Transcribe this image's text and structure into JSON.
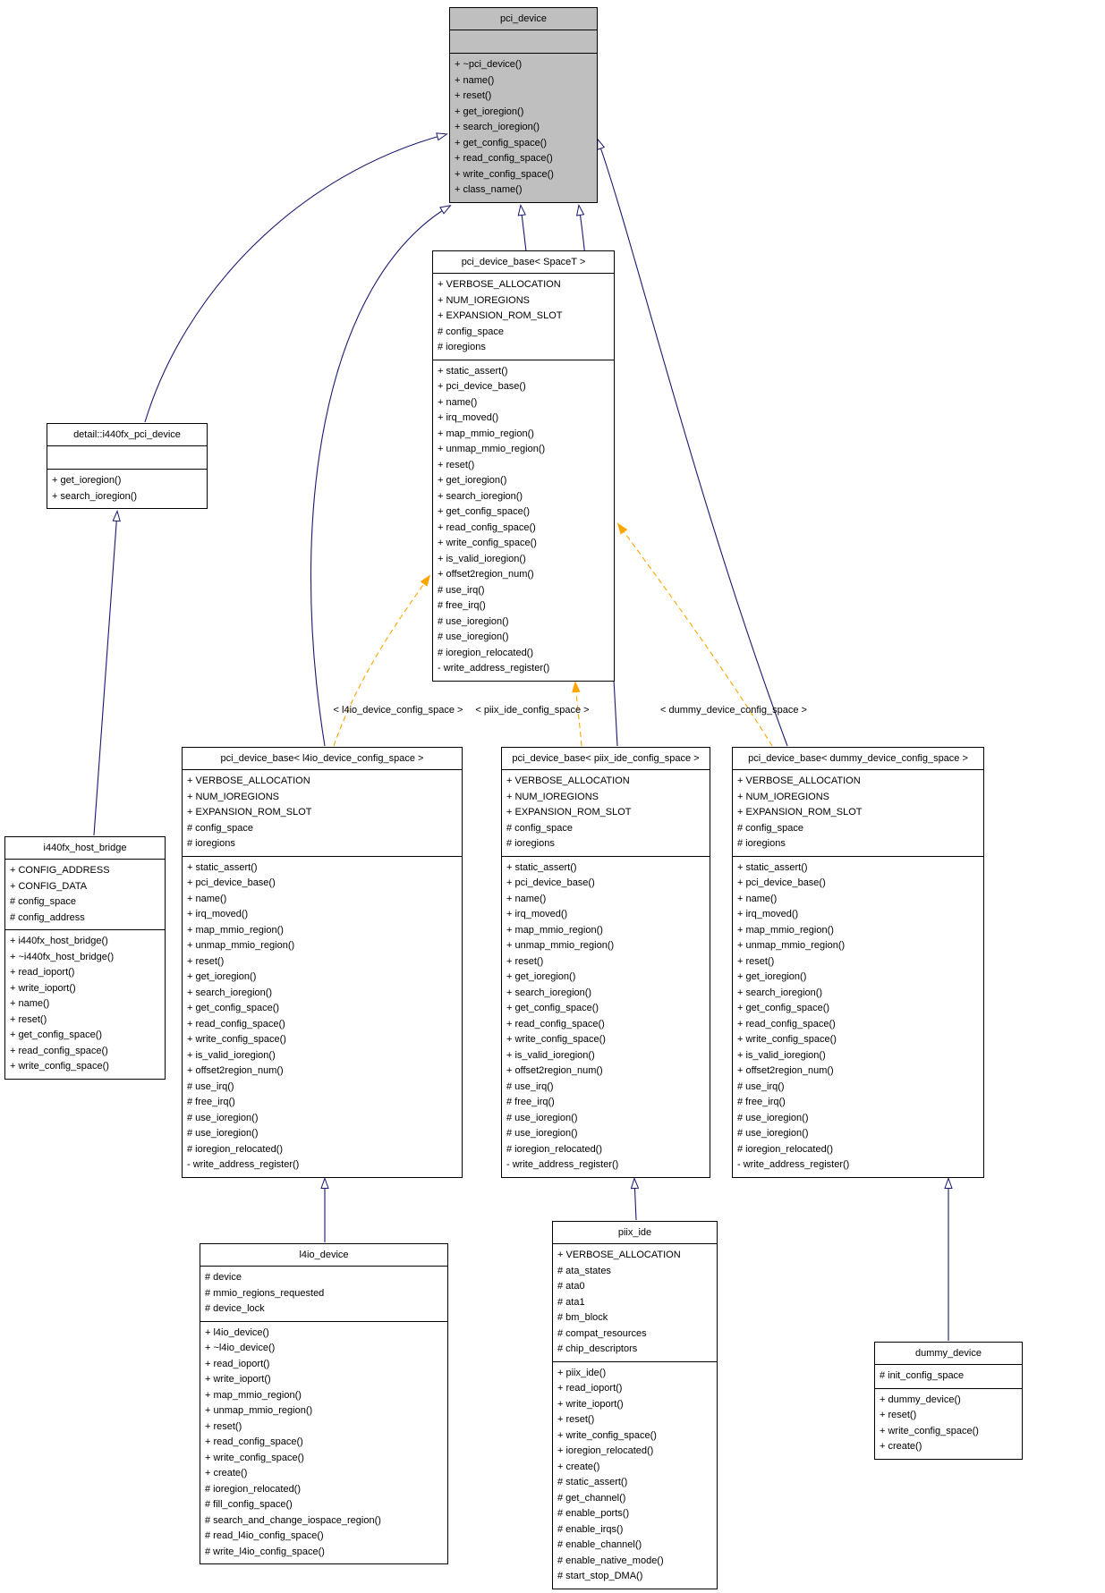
{
  "diagram": {
    "type": "uml-class-inheritance-graph",
    "root_class": "pci_device",
    "background": "#ffffff"
  },
  "colors": {
    "inheritance_edge": "#191970",
    "template_edge": "#ffa500",
    "highlight_fill": "#bfbfbf",
    "box_fill": "#ffffff",
    "box_border": "#000000",
    "text": "#000000"
  },
  "classes": [
    {
      "id": "pci_device",
      "title": "pci_device",
      "highlight": true,
      "attributes": [],
      "methods": [
        "+ ~pci_device()",
        "+ name()",
        "+ reset()",
        "+ get_ioregion()",
        "+ search_ioregion()",
        "+ get_config_space()",
        "+ read_config_space()",
        "+ write_config_space()",
        "+ class_name()"
      ]
    },
    {
      "id": "pci_device_base_spacet",
      "title": "pci_device_base< SpaceT >",
      "highlight": false,
      "attributes": [
        "+ VERBOSE_ALLOCATION",
        "+ NUM_IOREGIONS",
        "+ EXPANSION_ROM_SLOT",
        "# config_space",
        "# ioregions"
      ],
      "methods": [
        "+ static_assert()",
        "+ pci_device_base()",
        "+ name()",
        "+ irq_moved()",
        "+ map_mmio_region()",
        "+ unmap_mmio_region()",
        "+ reset()",
        "+ get_ioregion()",
        "+ search_ioregion()",
        "+ get_config_space()",
        "+ read_config_space()",
        "+ write_config_space()",
        "+ is_valid_ioregion()",
        "+ offset2region_num()",
        "# use_irq()",
        "# free_irq()",
        "# use_ioregion()",
        "# use_ioregion()",
        "# ioregion_relocated()",
        "- write_address_register()"
      ]
    },
    {
      "id": "detail_i440fx_pci_device",
      "title": "detail::i440fx_pci_device",
      "highlight": false,
      "attributes": [],
      "methods": [
        "+ get_ioregion()",
        "+ search_ioregion()"
      ]
    },
    {
      "id": "i440fx_host_bridge",
      "title": "i440fx_host_bridge",
      "highlight": false,
      "attributes": [
        "+ CONFIG_ADDRESS",
        "+ CONFIG_DATA",
        "# config_space",
        "# config_address"
      ],
      "methods": [
        "+ i440fx_host_bridge()",
        "+ ~i440fx_host_bridge()",
        "+ read_ioport()",
        "+ write_ioport()",
        "+ name()",
        "+ reset()",
        "+ get_config_space()",
        "+ read_config_space()",
        "+ write_config_space()"
      ]
    },
    {
      "id": "pci_device_base_l4io",
      "title": "pci_device_base< l4io_device_config_space >",
      "highlight": false,
      "attributes": [
        "+ VERBOSE_ALLOCATION",
        "+ NUM_IOREGIONS",
        "+ EXPANSION_ROM_SLOT",
        "# config_space",
        "# ioregions"
      ],
      "methods": [
        "+ static_assert()",
        "+ pci_device_base()",
        "+ name()",
        "+ irq_moved()",
        "+ map_mmio_region()",
        "+ unmap_mmio_region()",
        "+ reset()",
        "+ get_ioregion()",
        "+ search_ioregion()",
        "+ get_config_space()",
        "+ read_config_space()",
        "+ write_config_space()",
        "+ is_valid_ioregion()",
        "+ offset2region_num()",
        "# use_irq()",
        "# free_irq()",
        "# use_ioregion()",
        "# use_ioregion()",
        "# ioregion_relocated()",
        "- write_address_register()"
      ]
    },
    {
      "id": "pci_device_base_piix",
      "title": "pci_device_base< piix_ide_config_space >",
      "highlight": false,
      "attributes": [
        "+ VERBOSE_ALLOCATION",
        "+ NUM_IOREGIONS",
        "+ EXPANSION_ROM_SLOT",
        "# config_space",
        "# ioregions"
      ],
      "methods": [
        "+ static_assert()",
        "+ pci_device_base()",
        "+ name()",
        "+ irq_moved()",
        "+ map_mmio_region()",
        "+ unmap_mmio_region()",
        "+ reset()",
        "+ get_ioregion()",
        "+ search_ioregion()",
        "+ get_config_space()",
        "+ read_config_space()",
        "+ write_config_space()",
        "+ is_valid_ioregion()",
        "+ offset2region_num()",
        "# use_irq()",
        "# free_irq()",
        "# use_ioregion()",
        "# use_ioregion()",
        "# ioregion_relocated()",
        "- write_address_register()"
      ]
    },
    {
      "id": "pci_device_base_dummy",
      "title": "pci_device_base< dummy_device_config_space >",
      "highlight": false,
      "attributes": [
        "+ VERBOSE_ALLOCATION",
        "+ NUM_IOREGIONS",
        "+ EXPANSION_ROM_SLOT",
        "# config_space",
        "# ioregions"
      ],
      "methods": [
        "+ static_assert()",
        "+ pci_device_base()",
        "+ name()",
        "+ irq_moved()",
        "+ map_mmio_region()",
        "+ unmap_mmio_region()",
        "+ reset()",
        "+ get_ioregion()",
        "+ search_ioregion()",
        "+ get_config_space()",
        "+ read_config_space()",
        "+ write_config_space()",
        "+ is_valid_ioregion()",
        "+ offset2region_num()",
        "# use_irq()",
        "# free_irq()",
        "# use_ioregion()",
        "# use_ioregion()",
        "# ioregion_relocated()",
        "- write_address_register()"
      ]
    },
    {
      "id": "l4io_device",
      "title": "l4io_device",
      "highlight": false,
      "attributes": [
        "# device",
        "# mmio_regions_requested",
        "# device_lock"
      ],
      "methods": [
        "+ l4io_device()",
        "+ ~l4io_device()",
        "+ read_ioport()",
        "+ write_ioport()",
        "+ map_mmio_region()",
        "+ unmap_mmio_region()",
        "+ reset()",
        "+ read_config_space()",
        "+ write_config_space()",
        "+ create()",
        "# ioregion_relocated()",
        "# fill_config_space()",
        "# search_and_change_iospace_region()",
        "# read_l4io_config_space()",
        "# write_l4io_config_space()"
      ]
    },
    {
      "id": "piix_ide",
      "title": "piix_ide",
      "highlight": false,
      "attributes": [
        "+ VERBOSE_ALLOCATION",
        "# ata_states",
        "# ata0",
        "# ata1",
        "# bm_block",
        "# compat_resources",
        "# chip_descriptors"
      ],
      "methods": [
        "+ piix_ide()",
        "+ read_ioport()",
        "+ write_ioport()",
        "+ reset()",
        "+ write_config_space()",
        "+ ioregion_relocated()",
        "+ create()",
        "# static_assert()",
        "# get_channel()",
        "# enable_ports()",
        "# enable_irqs()",
        "# enable_channel()",
        "# enable_native_mode()",
        "# start_stop_DMA()"
      ]
    },
    {
      "id": "dummy_device",
      "title": "dummy_device",
      "highlight": false,
      "attributes": [
        "# init_config_space"
      ],
      "methods": [
        "+ dummy_device()",
        "+ reset()",
        "+ write_config_space()",
        "+ create()"
      ]
    }
  ],
  "edges": [
    {
      "id": "spacet-to-pcidevice",
      "from": "pci_device_base_spacet",
      "to": "pci_device",
      "relation": "inheritance"
    },
    {
      "id": "detail-to-pcidevice",
      "from": "detail_i440fx_pci_device",
      "to": "pci_device",
      "relation": "inheritance"
    },
    {
      "id": "l4iobase-to-pcidevice",
      "from": "pci_device_base_l4io",
      "to": "pci_device",
      "relation": "inheritance"
    },
    {
      "id": "piixbase-to-pcidevice",
      "from": "pci_device_base_piix",
      "to": "pci_device",
      "relation": "inheritance"
    },
    {
      "id": "dummybase-to-pcidevice",
      "from": "pci_device_base_dummy",
      "to": "pci_device",
      "relation": "inheritance"
    },
    {
      "id": "hostbridge-to-detail",
      "from": "i440fx_host_bridge",
      "to": "detail_i440fx_pci_device",
      "relation": "inheritance"
    },
    {
      "id": "l4iodevice-to-l4iobase",
      "from": "l4io_device",
      "to": "pci_device_base_l4io",
      "relation": "inheritance"
    },
    {
      "id": "piixide-to-piixbase",
      "from": "piix_ide",
      "to": "pci_device_base_piix",
      "relation": "inheritance"
    },
    {
      "id": "dummydevice-to-dummybase",
      "from": "dummy_device",
      "to": "pci_device_base_dummy",
      "relation": "inheritance"
    },
    {
      "id": "l4iobase-to-spacet",
      "from": "pci_device_base_l4io",
      "to": "pci_device_base_spacet",
      "relation": "template-instantiation",
      "label": "< l4io_device_config_space >"
    },
    {
      "id": "piixbase-to-spacet",
      "from": "pci_device_base_piix",
      "to": "pci_device_base_spacet",
      "relation": "template-instantiation",
      "label": "< piix_ide_config_space >"
    },
    {
      "id": "dummybase-to-spacet",
      "from": "pci_device_base_dummy",
      "to": "pci_device_base_spacet",
      "relation": "template-instantiation",
      "label": "< dummy_device_config_space >"
    }
  ]
}
